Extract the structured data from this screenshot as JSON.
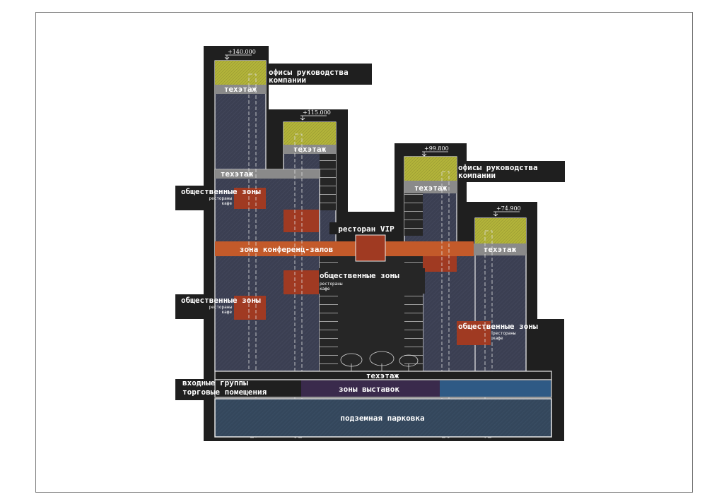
{
  "levels": {
    "tower1": "+140.000",
    "tower2": "+115.000",
    "tower3": "+99.800",
    "tower4": "+74.900"
  },
  "labels": {
    "offices": "офисы руководства",
    "offices_2": "компании",
    "tech_floor": "техэтаж",
    "public_zones": "общественные зоны",
    "restaurants": "рестораны",
    "cafe": "кафе",
    "vip_restaurant": "ресторан VIP",
    "conference_zone": "зона конференц-залов",
    "entrance_groups": "входные группы",
    "retail": "торговые помещения",
    "exhibitions": "зоны выставок",
    "parking": "подземная парковка"
  },
  "colors": {
    "background": "#1f1f1f",
    "tower_fill": "#3b3f52",
    "office_fill": "#b3b43a",
    "public_fill": "#a03a22",
    "conference_fill": "#c35a2a",
    "exhibit_fill": "#3a2a4c",
    "blue_fill": "#2f5a85",
    "parking_fill": "#34475c",
    "tech_fill": "#8a8a8a"
  }
}
